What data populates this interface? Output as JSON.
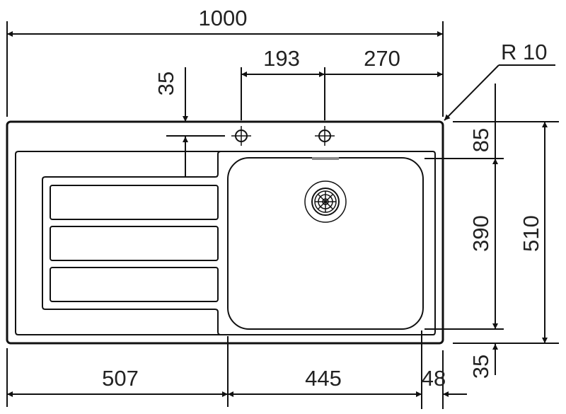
{
  "title": "Sink dimension drawing",
  "dimensions": {
    "overall_width": "1000",
    "tap_hole_spacing": "193",
    "tap_to_right_edge": "270",
    "tap_hole_from_back": "35",
    "corner_radius": "R 10",
    "back_to_bowl": "85",
    "bowl_depth": "390",
    "overall_depth": "510",
    "bowl_to_front": "35",
    "drainer_width": "507",
    "bowl_width": "445",
    "bowl_to_right_edge": "48"
  },
  "colors": {
    "line": "#111111",
    "text": "#222222"
  }
}
